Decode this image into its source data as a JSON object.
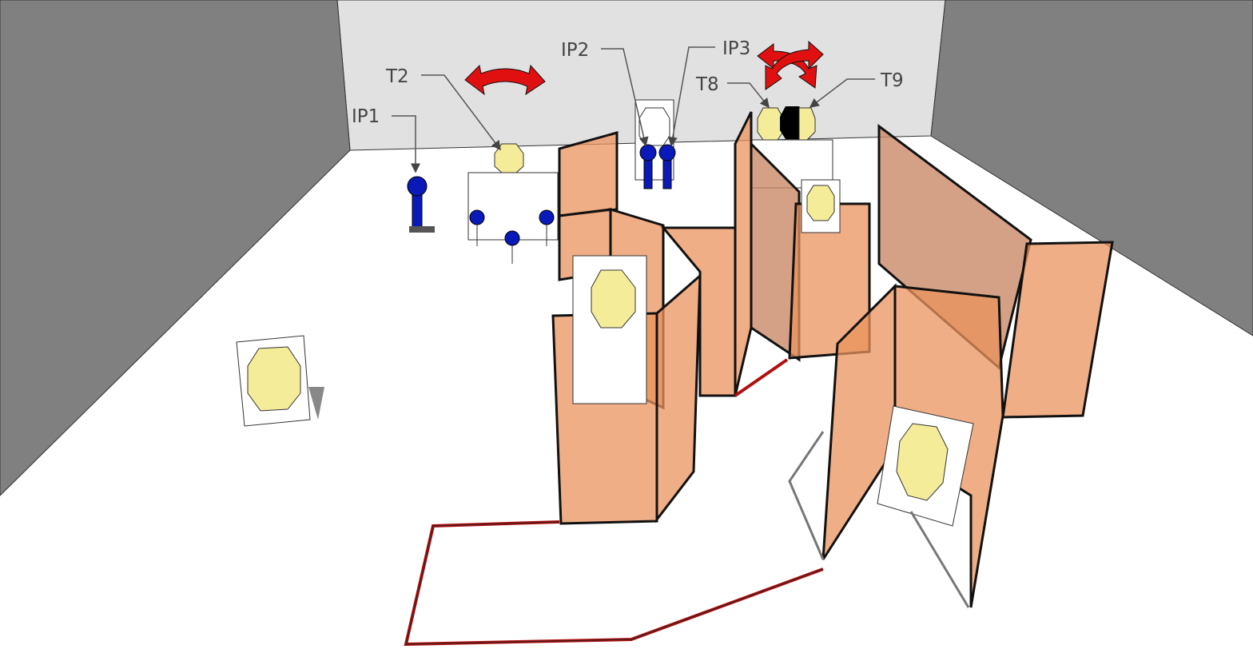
{
  "scene": {
    "title": "Shooting stage layout",
    "labels": {
      "ip1": "IP1",
      "t2": "T2",
      "ip2": "IP2",
      "ip3": "IP3",
      "t8": "T8",
      "t9": "T9"
    },
    "colors": {
      "back_wall": "#e1e1e1",
      "side_wall": "#808080",
      "floor": "#ffffff",
      "panel": "#e9935c",
      "fault_line": "#b01010",
      "popper": "#0a1ab8",
      "target": "#f5ec9a",
      "swinger_arrow": "#e01010"
    }
  }
}
